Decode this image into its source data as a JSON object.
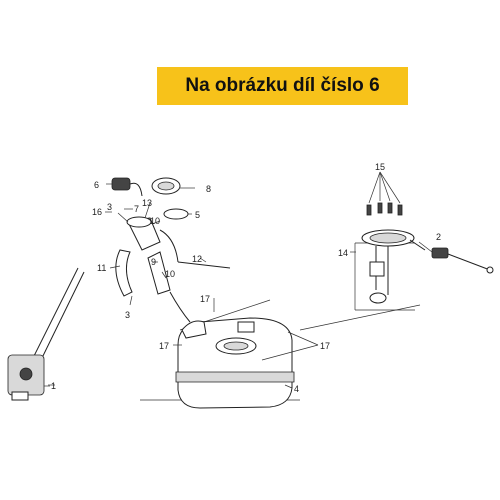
{
  "banner": {
    "text": "Na obrázku díl číslo 6"
  },
  "callouts": [
    "1",
    "2",
    "3",
    "3",
    "4",
    "5",
    "6",
    "7",
    "8",
    "9",
    "10",
    "10",
    "11",
    "12",
    "13",
    "14",
    "15",
    "16",
    "17",
    "17",
    "17"
  ],
  "colors": {
    "banner_bg": "#f7c21a",
    "line": "#333333",
    "part_fill": "#ffffff"
  }
}
